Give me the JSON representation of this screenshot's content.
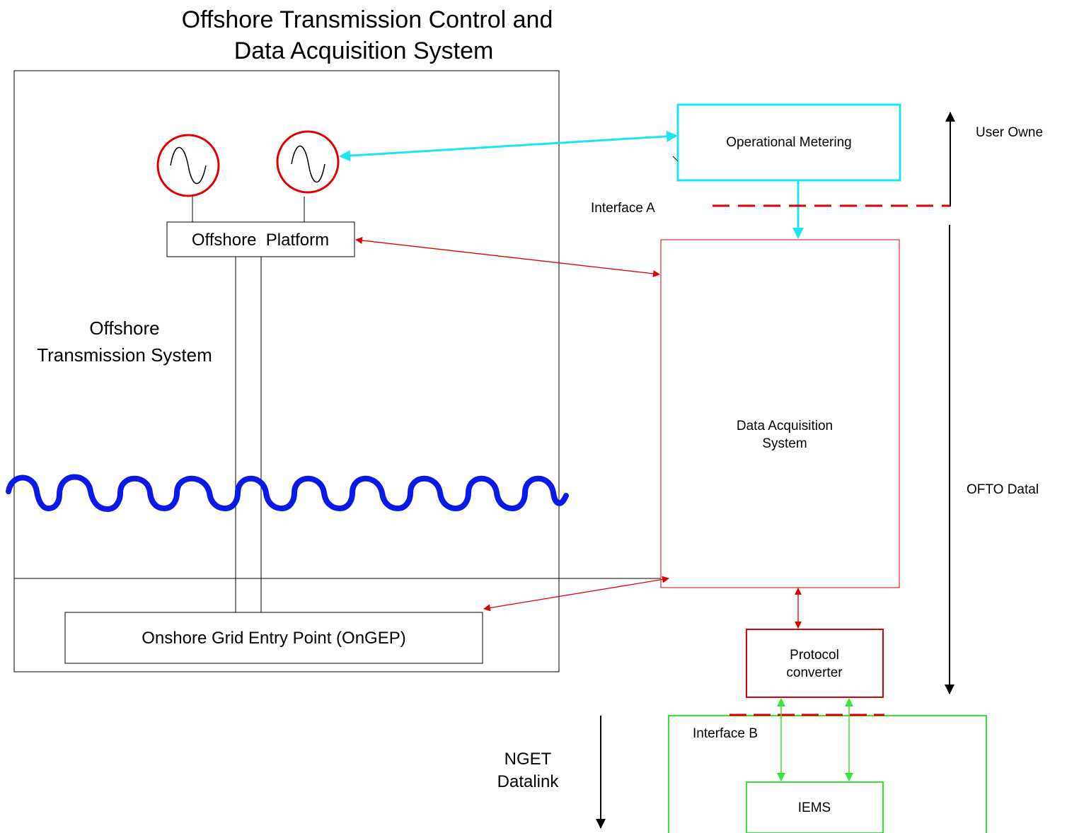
{
  "diagram": {
    "title": [
      "Offshore Transmission Control and",
      "Data Acquisition System"
    ],
    "labels": {
      "offshore_platform": "Offshore  Platform",
      "offshore_transmission_system": [
        "Offshore",
        "Transmission System"
      ],
      "onshore_grid_entry_point": "Onshore Grid Entry Point (OnGEP)",
      "operational_metering": "Operational Metering",
      "interface_a": "Interface A",
      "interface_b": "Interface B",
      "data_acquisition_system": [
        "Data Acquisition",
        "System"
      ],
      "protocol_converter": [
        "Protocol",
        "converter"
      ],
      "iems": "IEMS",
      "user_owned": "User Owne",
      "ofto_datalink": "OFTO Datal",
      "nget_datalink": [
        "NGET",
        "Datalink"
      ]
    },
    "colors": {
      "outline": "#000000",
      "generator": "#e00000",
      "metering_link": "#19e6f0",
      "red_link": "#e00000",
      "green_link": "#33e633",
      "sea_wave": "#0a19e8",
      "interface_dash": "#e00000"
    }
  }
}
